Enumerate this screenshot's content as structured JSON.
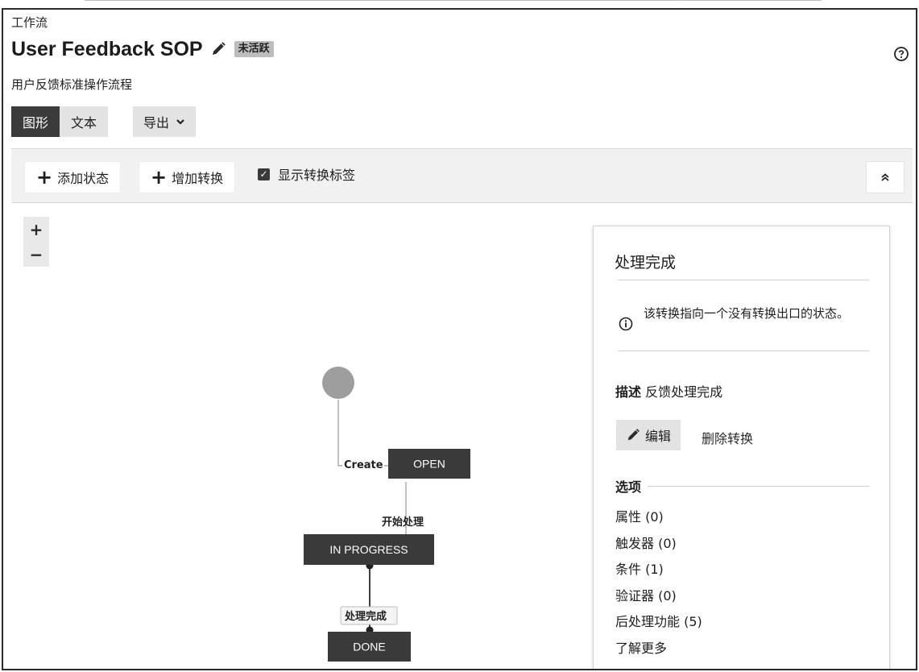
{
  "breadcrumb": "工作流",
  "workflow": {
    "title": "User Feedback SOP",
    "status_badge": "未活跃",
    "description": "用户反馈标准操作流程"
  },
  "view_tabs": [
    {
      "label": "图形",
      "active": true
    },
    {
      "label": "文本",
      "active": false
    }
  ],
  "export_label": "导出",
  "toolbar": {
    "add_status": "添加状态",
    "add_transition": "增加转换",
    "show_labels": "显示转换标签",
    "show_labels_checked": true
  },
  "zoom": {
    "in": "+",
    "out": "−"
  },
  "diagram": {
    "nodes": [
      {
        "label": "OPEN"
      },
      {
        "label": "IN PROGRESS"
      },
      {
        "label": "DONE"
      }
    ],
    "transitions": [
      {
        "label": "Create",
        "from": "start",
        "to": "OPEN"
      },
      {
        "label": "开始处理",
        "from": "OPEN",
        "to": "IN PROGRESS"
      },
      {
        "label": "处理完成",
        "from": "IN PROGRESS",
        "to": "DONE",
        "selected": true
      }
    ]
  },
  "panel": {
    "title": "处理完成",
    "info": "该转换指向一个没有转换出口的状态。",
    "description_key": "描述",
    "description_value": "反馈处理完成",
    "edit_label": "编辑",
    "delete_label": "删除转换",
    "options_title": "选项",
    "options": [
      "属性 (0)",
      "触发器 (0)",
      "条件 (1)",
      "验证器 (0)",
      "后处理功能 (5)",
      "了解更多"
    ]
  },
  "colors": {
    "node": "#3a3a3a",
    "active_tab": "#3b3b3b",
    "badge": "#bdbdbd",
    "start_node": "#9e9e9e"
  }
}
